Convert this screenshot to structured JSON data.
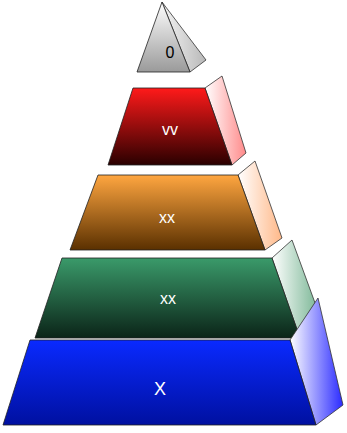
{
  "diagram": {
    "nodes": [
      {
        "text": [
          "0"
        ]
      },
      {
        "text": [
          "vv"
        ]
      },
      {
        "text": [
          "xx"
        ]
      },
      {
        "text": [
          "xx"
        ]
      },
      {
        "text": [
          "X"
        ]
      }
    ]
  }
}
